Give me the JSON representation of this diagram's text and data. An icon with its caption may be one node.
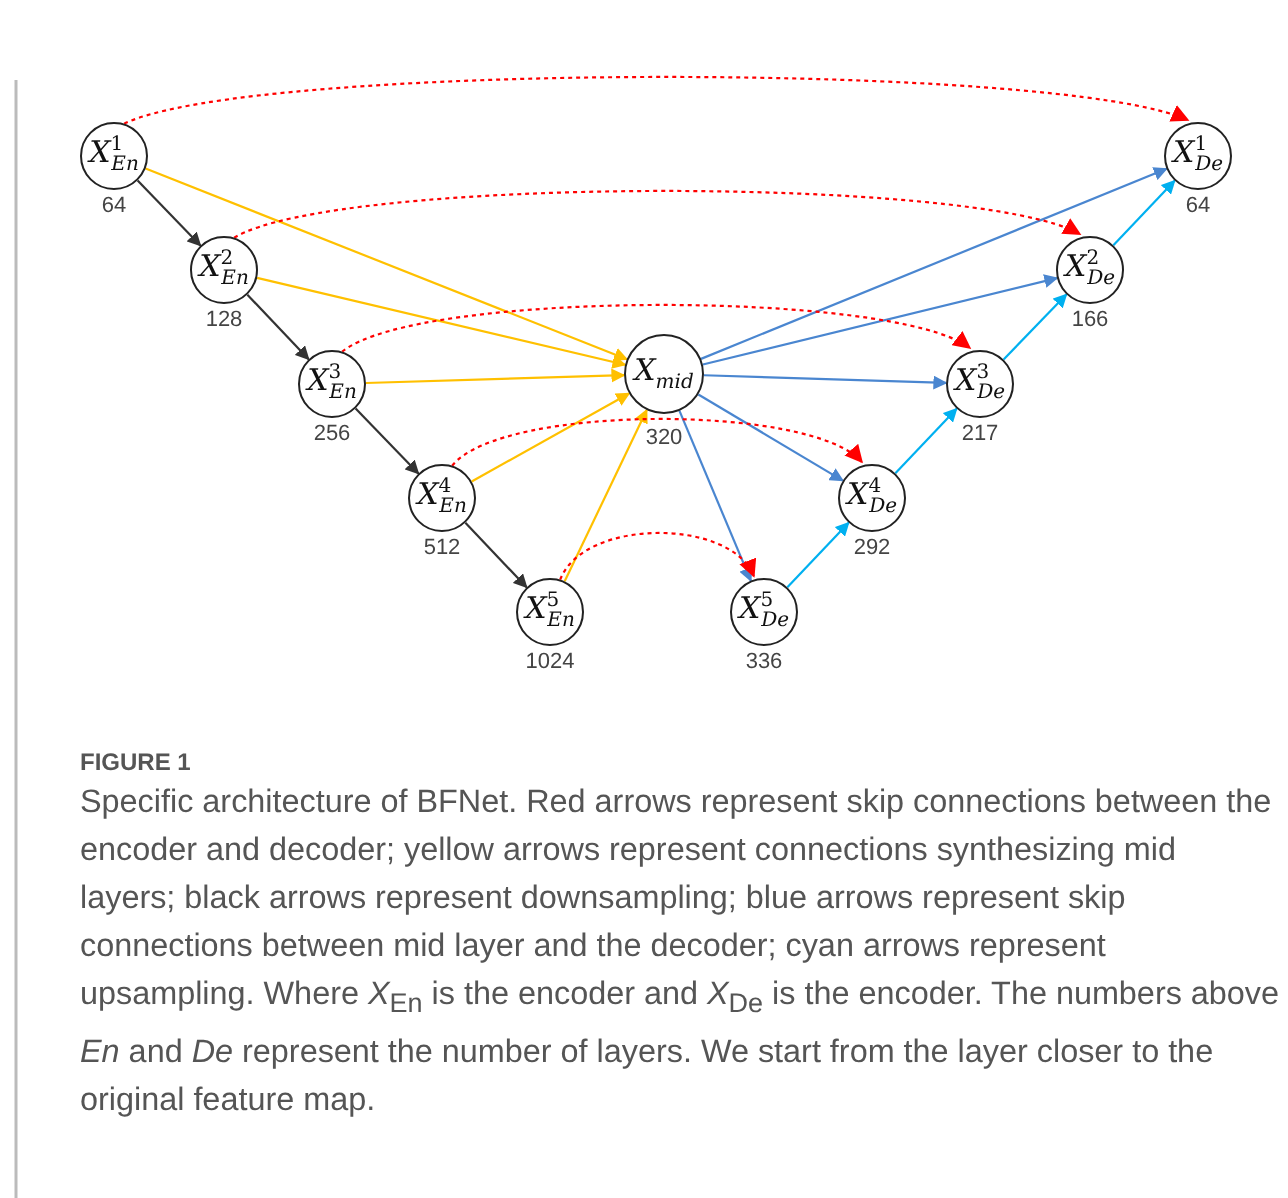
{
  "diagram": {
    "title": "FIGURE 1",
    "caption": "Specific architecture of BFNet. Red arrows represent skip connections between the encoder and decoder; yellow arrows represent connections synthesizing mid layers; black arrows represent downsampling; blue arrows represent skip connections between mid layer and the decoder; cyan arrows represent upsampling. Where *X*$_{En}$ is the encoder and *X*$_{De}$ is the encoder. The numbers above *En* and *De* represent the number of layers. We start from the layer closer to the original feature map.",
    "nodes": [
      {
        "text": [
          "X$^{1}$$_{En}$"
        ],
        "beside": [
          "64"
        ]
      },
      {
        "text": [
          "X$^{2}$$_{En}$"
        ],
        "beside": [
          "128"
        ]
      },
      {
        "text": [
          "X$^{3}$$_{En}$"
        ],
        "beside": [
          "256"
        ]
      },
      {
        "text": [
          "X$^{4}$$_{En}$"
        ],
        "beside": [
          "512"
        ]
      },
      {
        "text": [
          "X$^{5}$$_{En}$"
        ],
        "beside": [
          "1024"
        ]
      },
      {
        "text": [
          "X$_{mid}$"
        ],
        "beside": [
          "320"
        ]
      },
      {
        "text": [
          "X$^{1}$$_{De}$"
        ],
        "beside": [
          "64"
        ]
      },
      {
        "text": [
          "X$^{2}$$_{De}$"
        ],
        "beside": [
          "166"
        ]
      },
      {
        "text": [
          "X$^{3}$$_{De}$"
        ],
        "beside": [
          "217"
        ]
      },
      {
        "text": [
          "X$^{4}$$_{De}$"
        ],
        "beside": [
          "292"
        ]
      },
      {
        "text": [
          "X$^{5}$$_{De}$"
        ],
        "beside": [
          "336"
        ]
      }
    ],
    "edges": [
      {
        "from": 0,
        "to": 1,
        "arrow": "to",
        "color": "#333333"
      },
      {
        "from": 1,
        "to": 2,
        "arrow": "to",
        "color": "#333333"
      },
      {
        "from": 2,
        "to": 3,
        "arrow": "to",
        "color": "#333333"
      },
      {
        "from": 3,
        "to": 4,
        "arrow": "to",
        "color": "#333333"
      },
      {
        "from": 0,
        "to": 5,
        "arrow": "to",
        "color": "#ffc000"
      },
      {
        "from": 1,
        "to": 5,
        "arrow": "to",
        "color": "#ffc000"
      },
      {
        "from": 2,
        "to": 5,
        "arrow": "to",
        "color": "#ffc000"
      },
      {
        "from": 3,
        "to": 5,
        "arrow": "to",
        "color": "#ffc000"
      },
      {
        "from": 4,
        "to": 5,
        "arrow": "to",
        "color": "#ffc000"
      },
      {
        "from": 5,
        "to": 6,
        "arrow": "to",
        "color": "#4a86d0"
      },
      {
        "from": 5,
        "to": 7,
        "arrow": "to",
        "color": "#4a86d0"
      },
      {
        "from": 5,
        "to": 8,
        "arrow": "to",
        "color": "#4a86d0"
      },
      {
        "from": 5,
        "to": 9,
        "arrow": "to",
        "color": "#4a86d0"
      },
      {
        "from": 5,
        "to": 10,
        "arrow": "to",
        "color": "#4a86d0"
      },
      {
        "from": 10,
        "to": 9,
        "arrow": "to",
        "color": "#00b0f0"
      },
      {
        "from": 9,
        "to": 8,
        "arrow": "to",
        "color": "#00b0f0"
      },
      {
        "from": 8,
        "to": 7,
        "arrow": "to",
        "color": "#00b0f0"
      },
      {
        "from": 7,
        "to": 6,
        "arrow": "to",
        "color": "#00b0f0"
      },
      {
        "from": 0,
        "to": 6,
        "arrow": "to",
        "style": "dashed",
        "color": "#ff0000"
      },
      {
        "from": 1,
        "to": 7,
        "arrow": "to",
        "style": "dashed",
        "color": "#ff0000"
      },
      {
        "from": 2,
        "to": 8,
        "arrow": "to",
        "style": "dashed",
        "color": "#ff0000"
      },
      {
        "from": 3,
        "to": 9,
        "arrow": "to",
        "style": "dashed",
        "color": "#ff0000"
      },
      {
        "from": 4,
        "to": 10,
        "arrow": "to",
        "style": "dashed",
        "color": "#ff0000"
      }
    ]
  }
}
